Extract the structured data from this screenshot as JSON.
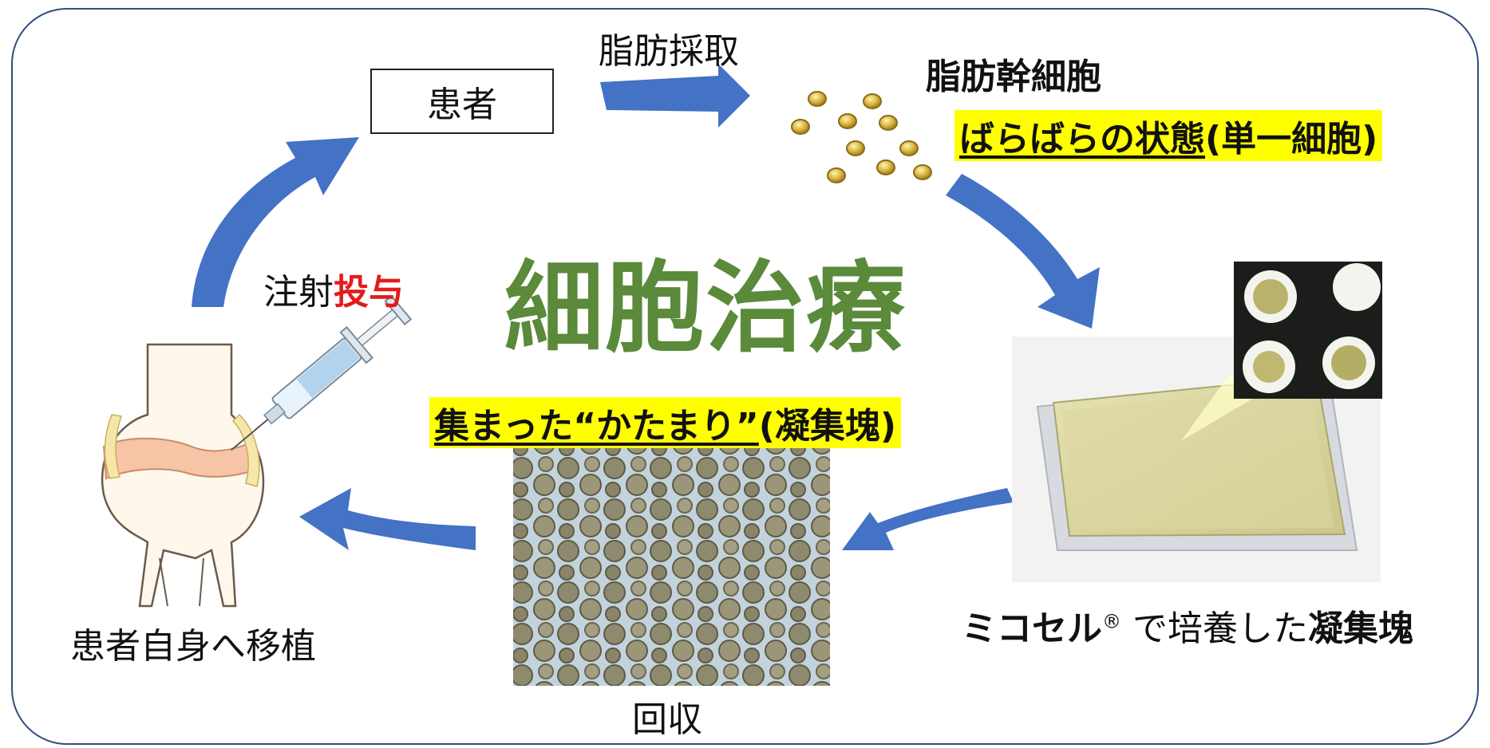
{
  "diagram": {
    "title": "細胞治療",
    "patient": "患者",
    "fat_harvest": "脂肪採取",
    "adipose_stem_cells": "脂肪幹細胞",
    "dispersed_state": "ばらばらの状態",
    "single_cell": "(単一細胞)",
    "micocell": "ミコセル",
    "registered": "®",
    "cultured_with": " で培養した",
    "aggregate": "凝集塊",
    "collected_lumps": "集まった“かたまり”",
    "collected_paren": "(凝集塊)",
    "recovery": "回収",
    "transplant": "患者自身へ移植",
    "injection": "注射",
    "administration": "投与"
  },
  "colors": {
    "arrow": "#4472c4",
    "title": "#5a8a3a",
    "highlight": "#ffff00",
    "emphasis": "#e31b1b",
    "frame": "#2f4f7a"
  },
  "icons": [
    "cell-cluster-icon",
    "knee-joint-icon",
    "syringe-icon",
    "culture-dish-photo",
    "microwell-photo",
    "spheroid-micrograph"
  ]
}
